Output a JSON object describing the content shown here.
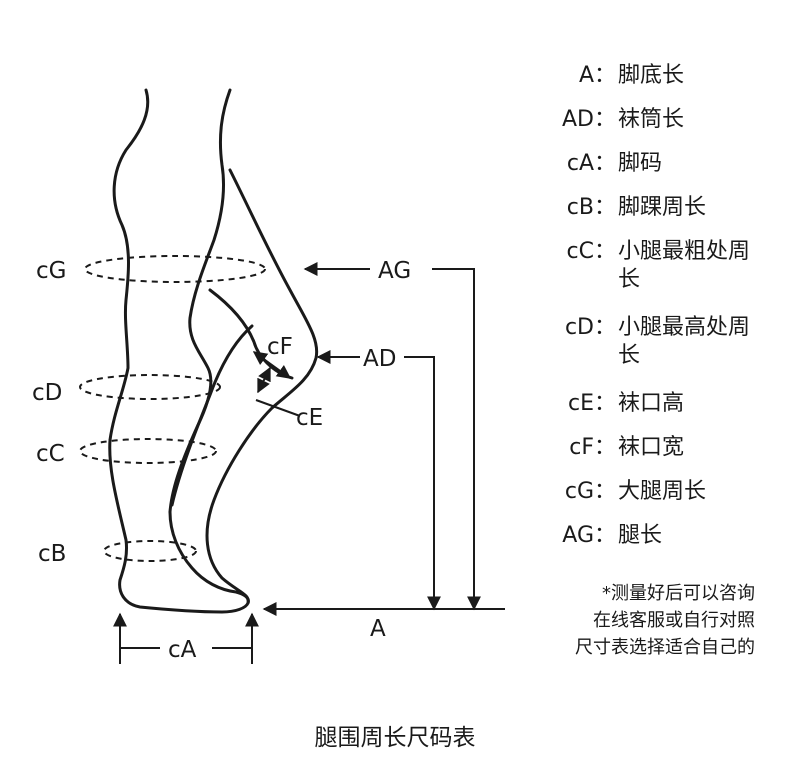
{
  "diagram_labels": {
    "cG": "cG",
    "cD": "cD",
    "cC": "cC",
    "cB": "cB",
    "cA": "cA",
    "cF": "cF",
    "cE": "cE",
    "AG": "AG",
    "AD": "AD",
    "A": "A"
  },
  "legend": [
    {
      "key": "A：",
      "desc": "脚底长"
    },
    {
      "key": "AD：",
      "desc": "袜筒长"
    },
    {
      "key": "cA：",
      "desc": "脚码"
    },
    {
      "key": "cB：",
      "desc": "脚踝周长"
    },
    {
      "key": "cC：",
      "desc": "小腿最粗处周长"
    },
    {
      "key": "cD：",
      "desc": "小腿最高处周长"
    },
    {
      "key": "cE：",
      "desc": "袜口高"
    },
    {
      "key": "cF：",
      "desc": "袜口宽"
    },
    {
      "key": "cG：",
      "desc": "大腿周长"
    },
    {
      "key": "AG：",
      "desc": "腿长"
    }
  ],
  "note": [
    "*测量好后可以咨询",
    "在线客服或自行对照",
    "尺寸表选择适合自己的"
  ],
  "caption": "腿围周长尺码表",
  "colors": {
    "line": "#1a1a1a",
    "background": "#ffffff"
  }
}
